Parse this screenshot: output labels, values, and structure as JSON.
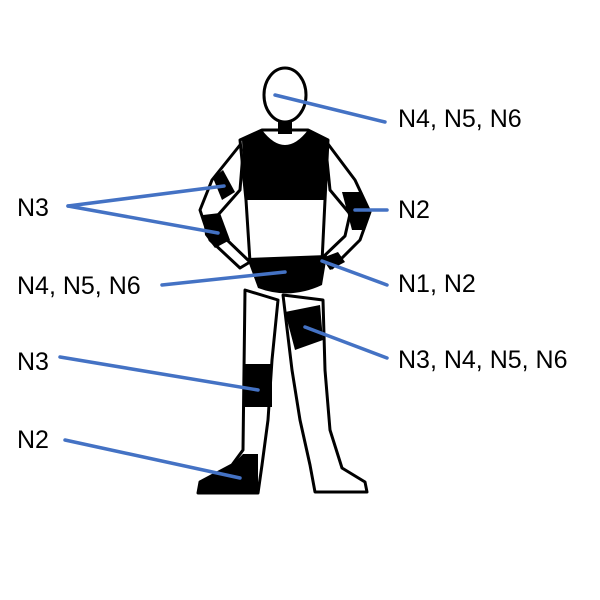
{
  "labels": {
    "head": "N4, N5, N6",
    "upper_arm_left": "N3",
    "elbow_right": "N2",
    "briefs": "N4, N5, N6",
    "waist_right": "N1, N2",
    "knee_left": "N3",
    "thigh_right": "N3, N4, N5, N6",
    "foot_left": "N2"
  },
  "colors": {
    "line": "#4472c4",
    "figure": "#000000"
  }
}
